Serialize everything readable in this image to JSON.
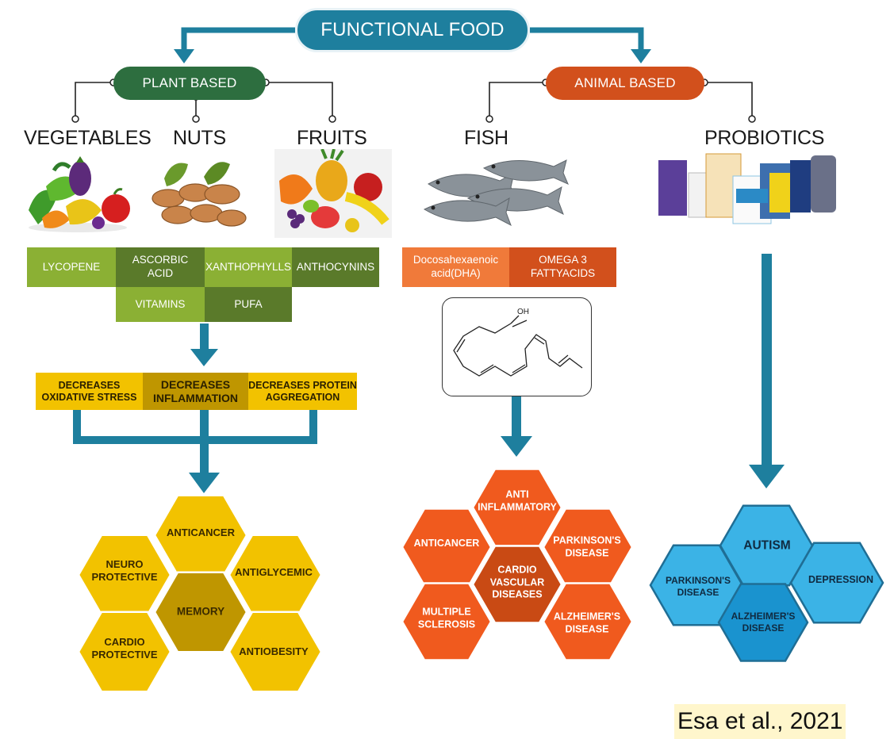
{
  "title": "FUNCTIONAL FOOD",
  "branches": {
    "plant": "PLANT BASED",
    "animal": "ANIMAL BASED"
  },
  "categories": {
    "vegetables": "VEGETABLES",
    "nuts": "NUTS",
    "fruits": "FRUITS",
    "fish": "FISH",
    "probiotics": "PROBIOTICS"
  },
  "plant_compounds": {
    "lycopene": "LYCOPENE",
    "ascorbic": "ASCORBIC\nACID",
    "xanthophylls": "XANTHOPHYLLS",
    "anthocynins": "ANTHOCYNINS",
    "vitamins": "VITAMINS",
    "pufa": "PUFA"
  },
  "fish_compounds": {
    "dha": "Docosahexaenoic\nacid(DHA)",
    "omega": "OMEGA 3\nFATTYACIDS"
  },
  "molecule": {
    "label": "OH"
  },
  "plant_effects": {
    "oxidative": "DECREASES\nOXIDATIVE STRESS",
    "inflammation": "DECREASES\nINFLAMMATION",
    "protein": "DECREASES PROTEIN\nAGGREGATION"
  },
  "plant_outcomes": {
    "anticancer": "ANTICANCER",
    "neuro": "NEURO\nPROTECTIVE",
    "antiglycemic": "ANTIGLYCEMIC",
    "memory": "MEMORY",
    "cardio": "CARDIO\nPROTECTIVE",
    "antiobesity": "ANTIOBESITY"
  },
  "fish_outcomes": {
    "antiinflammatory": "ANTI\nINFLAMMATORY",
    "anticancer": "ANTICANCER",
    "parkinsons": "PARKINSON'S\nDISEASE",
    "cardio": "CARDIO\nVASCULAR\nDISEASES",
    "sclerosis": "MULTIPLE\nSCLEROSIS",
    "alzheimers": "ALZHEIMER'S\nDISEASE"
  },
  "probiotic_outcomes": {
    "autism": "AUTISM",
    "parkinsons": "PARKINSON'S\nDISEASE",
    "depression": "DEPRESSION",
    "alzheimers": "ALZHEIMER'S\nDISEASE"
  },
  "colors": {
    "teal": "#1e7f9e",
    "plant_green": "#2d6e3f",
    "animal_orange": "#d2501c",
    "yellow": "#f2c200",
    "dark_yellow": "#bf9600",
    "orange_hex": "#f05a1e",
    "blue_hex": "#3bb3e6"
  },
  "citation": "Esa et al., 2021"
}
